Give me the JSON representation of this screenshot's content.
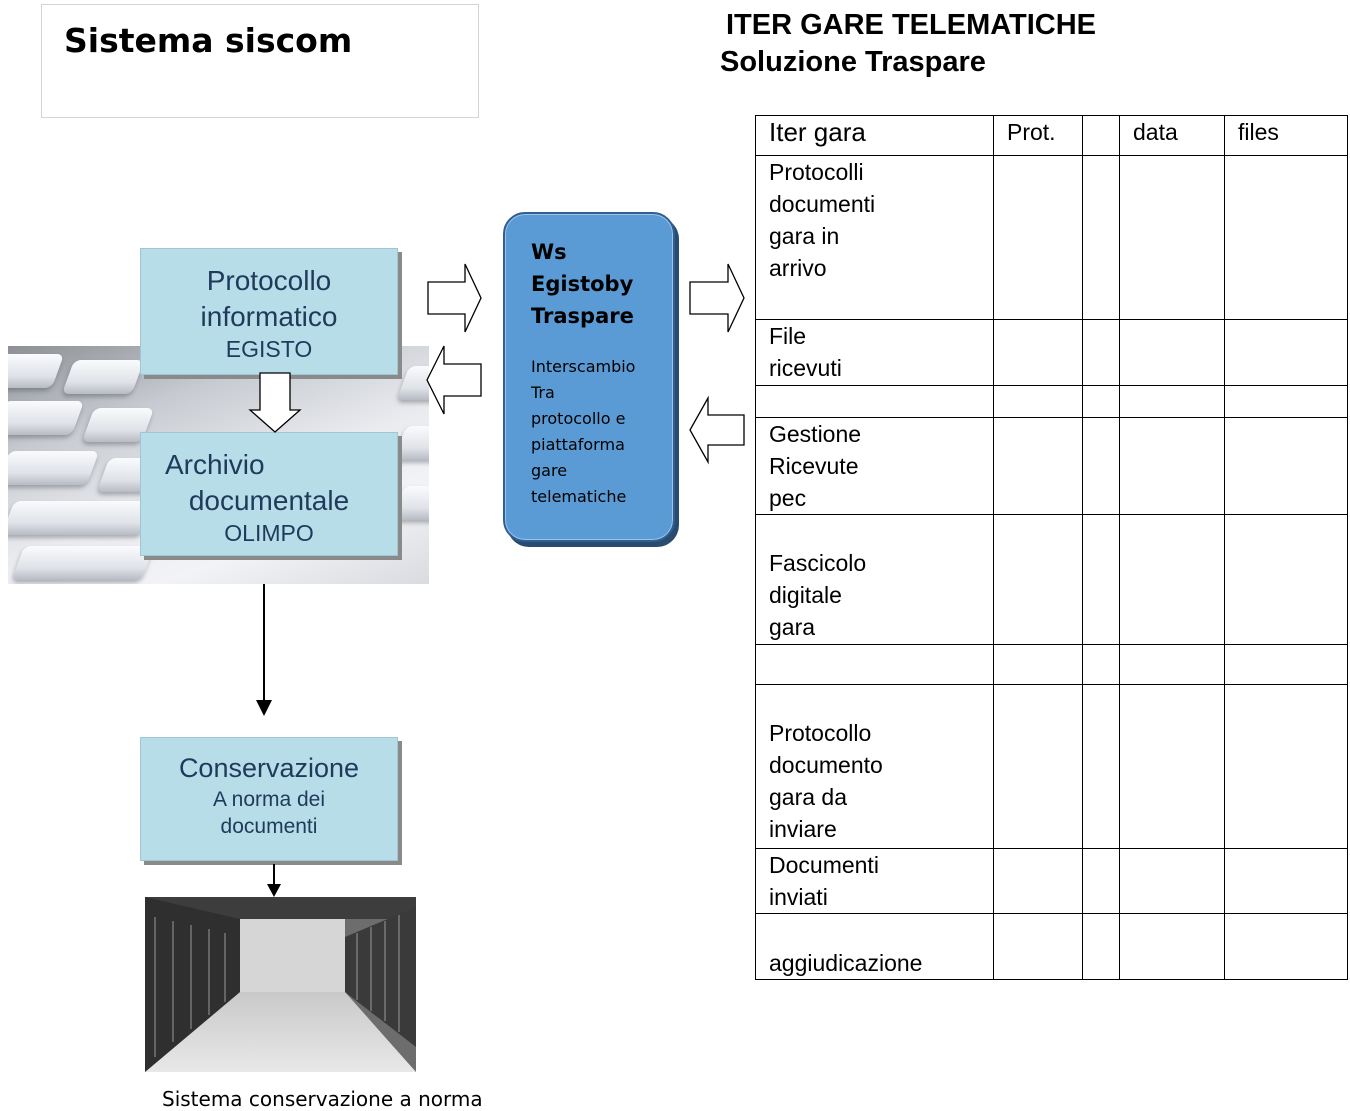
{
  "left": {
    "title": "Sistema siscom",
    "protocollo": {
      "line1": "Protocollo",
      "line2": "informatico",
      "line3": "EGISTO"
    },
    "archivio": {
      "line1": "Archivio",
      "line2": "documentale",
      "line3": "OLIMPO"
    },
    "conservazione": {
      "line1": "Conservazione",
      "line2": "A norma dei",
      "line3": "documenti"
    },
    "caption": "Sistema conservazione a norma"
  },
  "ws": {
    "line1": "Ws",
    "line2": "Egistoby",
    "line3": "Traspare",
    "desc": [
      "Interscambio",
      "Tra",
      "protocollo e",
      "piattaforma",
      "gare",
      "telematiche"
    ]
  },
  "right": {
    "title1": "ITER GARE TELEMATICHE",
    "title2": "Soluzione Traspare"
  },
  "table": {
    "headers": [
      "Iter gara",
      "Prot.",
      "",
      "data",
      "files"
    ],
    "rows": [
      [
        "Protocolli",
        "documenti",
        "gara in",
        "arrivo"
      ],
      [
        "File",
        "ricevuti"
      ],
      [],
      [
        "Gestione",
        "Ricevute",
        "pec"
      ],
      [
        "Fascicolo",
        "digitale",
        "gara"
      ],
      [],
      [
        "Protocollo",
        "documento",
        "gara da",
        "inviare"
      ],
      [
        "Documenti",
        "inviati"
      ],
      [
        "aggiudicazione"
      ]
    ]
  }
}
